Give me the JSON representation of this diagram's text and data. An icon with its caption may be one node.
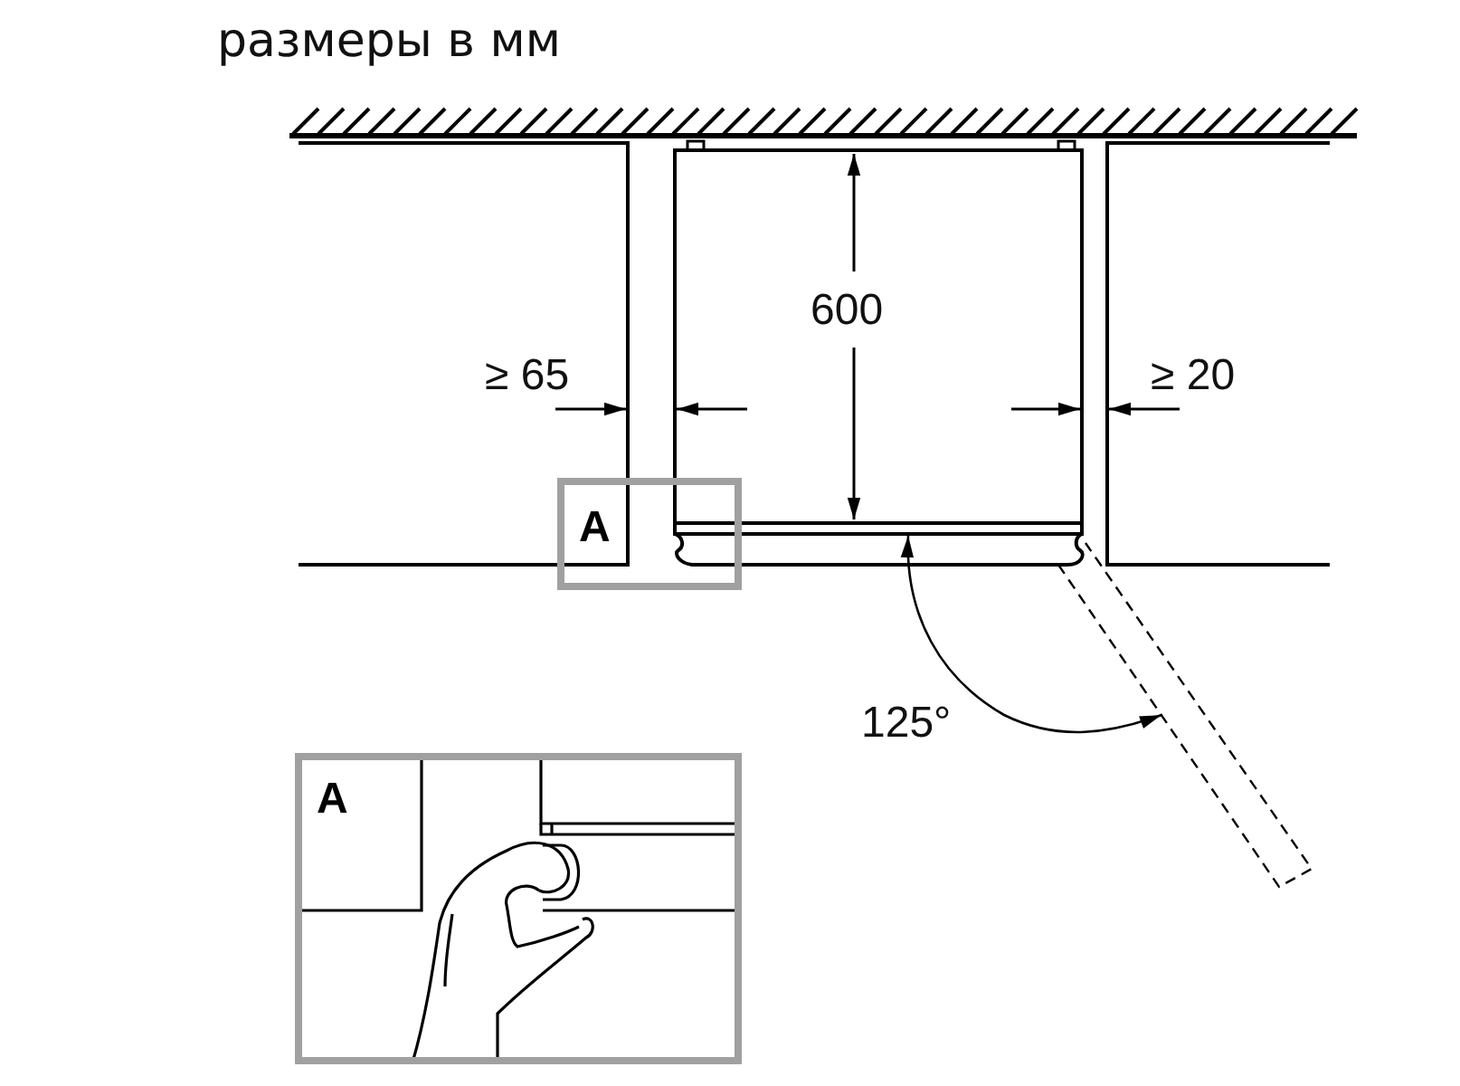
{
  "diagram": {
    "title": "размеры в мм",
    "nodes": [
      {
        "text": [
          "A"
        ]
      },
      {
        "text": [
          "A"
        ]
      }
    ],
    "labels": [
      "600",
      "≥ 65",
      "≥ 20",
      "125°"
    ]
  }
}
